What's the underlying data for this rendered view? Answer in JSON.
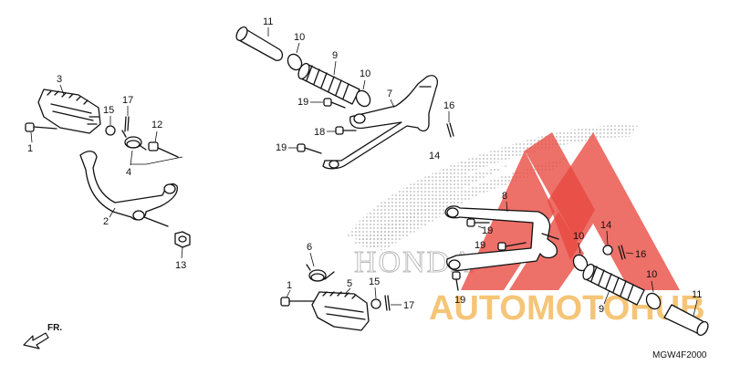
{
  "labels": {
    "l1a": "1",
    "l1b": "1",
    "l2": "2",
    "l3": "3",
    "l4": "4",
    "l5": "5",
    "l6": "6",
    "l7": "7",
    "l8": "8",
    "l9a": "9",
    "l9b": "9",
    "l10a": "10",
    "l10b": "10",
    "l10c": "10",
    "l10d": "10",
    "l11a": "11",
    "l11b": "11",
    "l12": "12",
    "l13": "13",
    "l14a": "14",
    "l14b": "14",
    "l15a": "15",
    "l15b": "15",
    "l16a": "16",
    "l16b": "16",
    "l17a": "17",
    "l17b": "17",
    "l18": "18",
    "l19a": "19",
    "l19b": "19",
    "l19c": "19",
    "l19d": "19"
  },
  "direction": "FR.",
  "diagram_code": "MGW4F2000",
  "watermark": {
    "text": "AUTOMOTOHUB",
    "brand_text": "HONDA",
    "logo_color": "#e8483f",
    "text_color": "#f2b24a"
  }
}
